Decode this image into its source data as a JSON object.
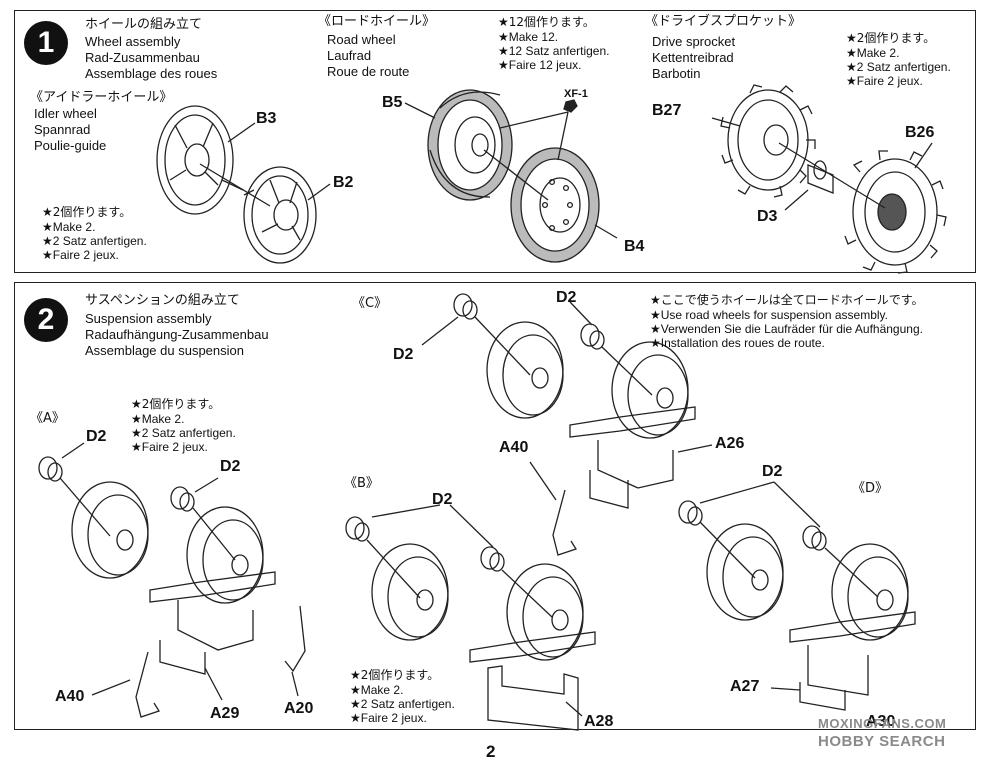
{
  "page_number": "2",
  "watermark": {
    "line1": "MOXINGFANS.COM",
    "line2": "HOBBY SEARCH"
  },
  "step1": {
    "number": "1",
    "title_jp": "ホイールの組み立て",
    "title_en": "Wheel assembly",
    "title_de": "Rad-Zusammenbau",
    "title_fr": "Assemblage des roues",
    "idler": {
      "header_jp": "《アイドラーホイール》",
      "en": "Idler wheel",
      "de": "Spannrad",
      "fr": "Poulie-guide",
      "qty": [
        "★2個作ります。",
        "★Make 2.",
        "★2 Satz anfertigen.",
        "★Faire 2 jeux."
      ]
    },
    "road": {
      "header_jp": "《ロードホイール》",
      "en": "Road wheel",
      "de": "Laufrad",
      "fr": "Roue de route",
      "qty": [
        "★12個作ります。",
        "★Make 12.",
        "★12 Satz anfertigen.",
        "★Faire 12 jeux."
      ],
      "paint": "XF-1"
    },
    "sprocket": {
      "header_jp": "《ドライブスプロケット》",
      "en": "Drive sprocket",
      "de": "Kettentreibrad",
      "fr": "Barbotin",
      "qty": [
        "★2個作ります。",
        "★Make 2.",
        "★2 Satz anfertigen.",
        "★Faire 2 jeux."
      ]
    },
    "parts": {
      "b3": "B3",
      "b2": "B2",
      "b5": "B5",
      "b4": "B4",
      "b27": "B27",
      "b26": "B26",
      "d3": "D3"
    }
  },
  "step2": {
    "number": "2",
    "title_jp": "サスペンションの組み立て",
    "title_en": "Suspension assembly",
    "title_de": "Radaufhängung-Zusammenbau",
    "title_fr": "Assemblage du suspension",
    "note": [
      "★ここで使うホイールは全てロードホイールです。",
      "★Use road wheels for suspension assembly.",
      "★Verwenden Sie die Laufräder für die Aufhängung.",
      "★Installation des roues de route."
    ],
    "qty_a": [
      "★2個作ります。",
      "★Make 2.",
      "★2 Satz anfertigen.",
      "★Faire 2 jeux."
    ],
    "qty_b": [
      "★2個作ります。",
      "★Make 2.",
      "★2 Satz anfertigen.",
      "★Faire 2 jeux."
    ],
    "variants": {
      "a": "《A》",
      "b": "《B》",
      "c": "《C》",
      "d": "《D》"
    },
    "parts": {
      "d2": "D2",
      "a40": "A40",
      "a29": "A29",
      "a20": "A20",
      "a26": "A26",
      "a28": "A28",
      "a27": "A27",
      "a30": "A30"
    }
  }
}
